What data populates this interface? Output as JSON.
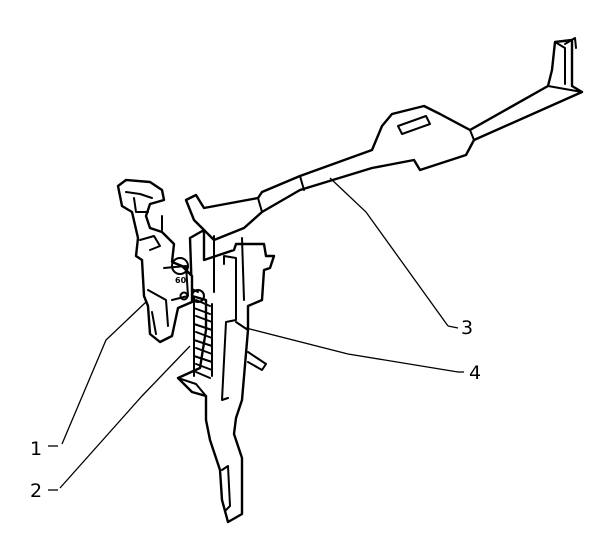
{
  "callouts": [
    {
      "id": "1",
      "label": "1"
    },
    {
      "id": "2",
      "label": "2"
    },
    {
      "id": "3",
      "label": "3"
    },
    {
      "id": "4",
      "label": "4"
    }
  ],
  "stamp_text": "60",
  "colors": {
    "line": "#000000",
    "background": "#ffffff"
  }
}
